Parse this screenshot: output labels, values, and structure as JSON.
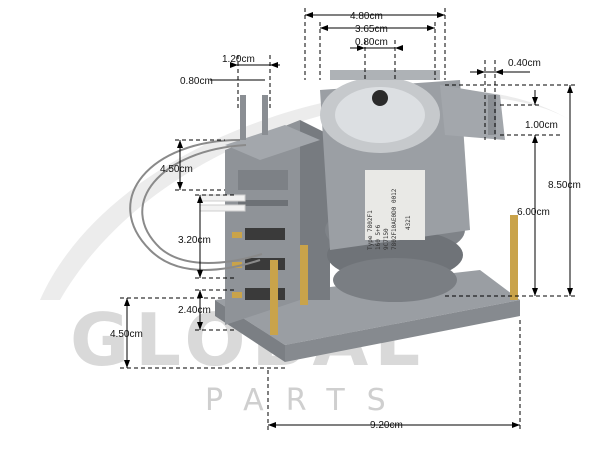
{
  "watermark": {
    "brand_big": "GLOBAL",
    "brand_small": "PARTS"
  },
  "dimensions": {
    "top_480": "4.80cm",
    "top_365": "3.65cm",
    "top_080": "0.80cm",
    "left_120": "1.20cm",
    "left_080": "0.80cm",
    "right_040": "0.40cm",
    "right_100": "1.00cm",
    "right_850": "8.50cm",
    "right_600": "6.00cm",
    "left_450_top": "4.50cm",
    "left_320": "3.20cm",
    "left_240": "2.40cm",
    "left_450_bottom": "4.50cm",
    "bottom_920": "9.20cm"
  },
  "motor_label": {
    "line1": "Type 7802F1",
    "line2": "160 5+6",
    "line3": "9C7150",
    "line4": "7802F10AE0D0 0012",
    "line5": "4321"
  },
  "colors": {
    "plastic": "#8f9398",
    "plastic_dark": "#6d7176",
    "motor": "#b9bcc0",
    "brass": "#c9a34a",
    "metal": "#aeb2b6",
    "dim_line": "#000000"
  }
}
